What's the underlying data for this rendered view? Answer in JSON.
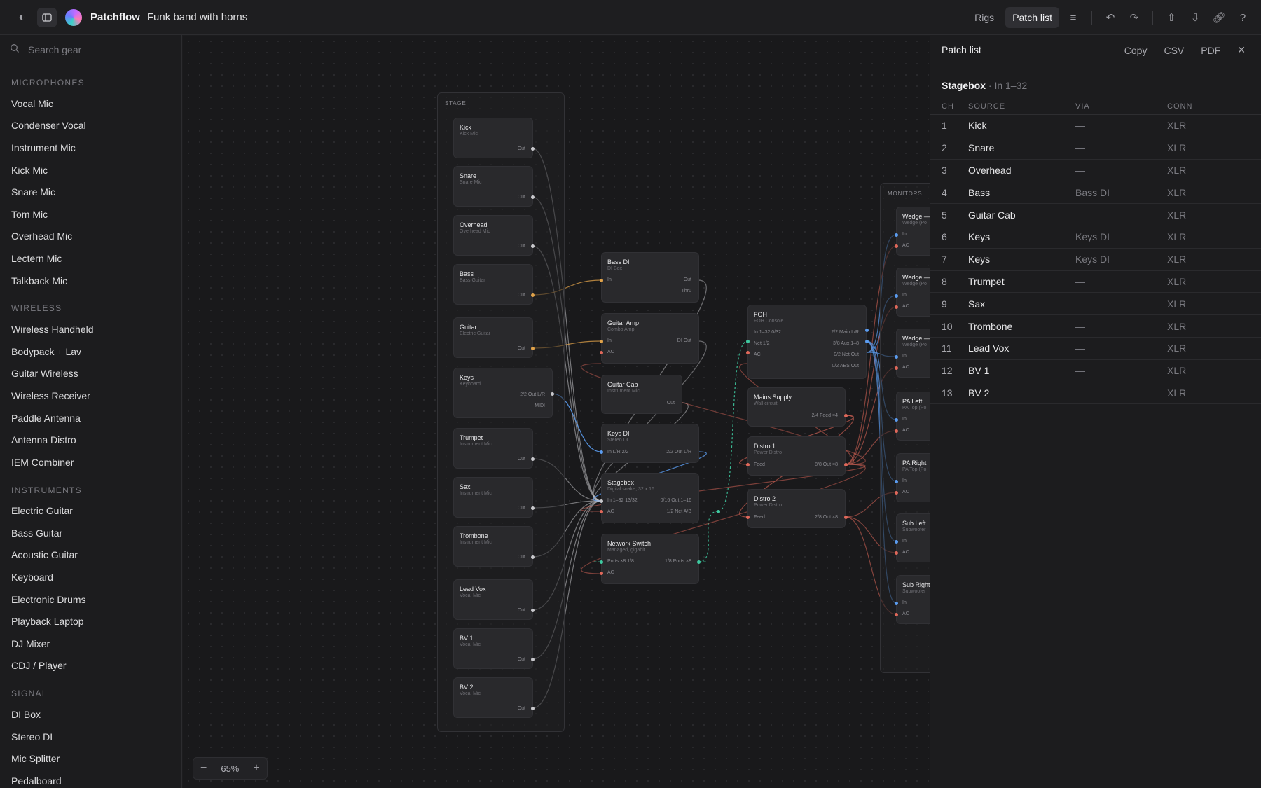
{
  "app": {
    "name": "Patchflow",
    "document_title": "Funk band with horns"
  },
  "topbar": {
    "rigs_label": "Rigs",
    "patchlist_label": "Patch list"
  },
  "search": {
    "placeholder": "Search gear"
  },
  "sidebar": {
    "sections": [
      {
        "title": "MICROPHONES",
        "items": [
          "Vocal Mic",
          "Condenser Vocal",
          "Instrument Mic",
          "Kick Mic",
          "Snare Mic",
          "Tom Mic",
          "Overhead Mic",
          "Lectern Mic",
          "Talkback Mic"
        ]
      },
      {
        "title": "WIRELESS",
        "items": [
          "Wireless Handheld",
          "Bodypack + Lav",
          "Guitar Wireless",
          "Wireless Receiver",
          "Paddle Antenna",
          "Antenna Distro",
          "IEM Combiner"
        ]
      },
      {
        "title": "INSTRUMENTS",
        "items": [
          "Electric Guitar",
          "Bass Guitar",
          "Acoustic Guitar",
          "Keyboard",
          "Electronic Drums",
          "Playback Laptop",
          "DJ Mixer",
          "CDJ / Player"
        ]
      },
      {
        "title": "SIGNAL",
        "items": [
          "DI Box",
          "Stereo DI",
          "Mic Splitter",
          "Pedalboard"
        ]
      }
    ]
  },
  "canvas": {
    "zoom": "65%",
    "zoom_minus": "−",
    "zoom_plus": "+",
    "groups": {
      "stage": "STAGE",
      "monitors": "MONITORS"
    },
    "stage_nodes": [
      {
        "title": "Kick",
        "sub": "Kick Mic",
        "port": "Out"
      },
      {
        "title": "Snare",
        "sub": "Snare Mic",
        "port": "Out"
      },
      {
        "title": "Overhead",
        "sub": "Overhead Mic",
        "port": "Out"
      },
      {
        "title": "Bass",
        "sub": "Bass Guitar",
        "port": "Out"
      },
      {
        "title": "Guitar",
        "sub": "Electric Guitar",
        "port": "Out"
      },
      {
        "title": "Keys",
        "sub": "Keyboard",
        "port": "2/2  Out L/R",
        "port2": "MIDI"
      },
      {
        "title": "Trumpet",
        "sub": "Instrument Mic",
        "port": "Out"
      },
      {
        "title": "Sax",
        "sub": "Instrument Mic",
        "port": "Out"
      },
      {
        "title": "Trombone",
        "sub": "Instrument Mic",
        "port": "Out"
      },
      {
        "title": "Lead Vox",
        "sub": "Vocal Mic",
        "port": "Out"
      },
      {
        "title": "BV 1",
        "sub": "Vocal Mic",
        "port": "Out"
      },
      {
        "title": "BV 2",
        "sub": "Vocal Mic",
        "port": "Out"
      }
    ],
    "mid_nodes": {
      "bass_di": {
        "title": "Bass DI",
        "sub": "DI Box",
        "in": "In",
        "out": "Out",
        "thru": "Thru"
      },
      "guitar_amp": {
        "title": "Guitar Amp",
        "sub": "Combo Amp",
        "in": "In",
        "ac": "AC",
        "out": "DI Out"
      },
      "guitar_cab": {
        "title": "Guitar Cab",
        "sub": "Instrument Mic",
        "out": "Out"
      },
      "keys_di": {
        "title": "Keys DI",
        "sub": "Stereo DI",
        "in": "In L/R  2/2",
        "out": "2/2  Out L/R"
      },
      "stagebox": {
        "title": "Stagebox",
        "sub": "Digital snake, 32 x 16",
        "in": "In 1–32  13/32",
        "ac": "AC",
        "out": "0/16  Out 1–16",
        "net": "1/2  Net A/B"
      },
      "network_switch": {
        "title": "Network Switch",
        "sub": "Managed, gigabit",
        "in": "Ports ×8  1/8",
        "ac": "AC",
        "out": "1/8  Ports ×8"
      },
      "foh": {
        "title": "FOH",
        "sub": "FOH Console",
        "in": "In 1–32  0/32",
        "net": "Net  1/2",
        "ac": "AC",
        "out1": "2/2  Main L/R",
        "out2": "3/8  Aux 1–8",
        "out3": "0/2  Net Out",
        "out4": "0/2  AES Out"
      },
      "mains": {
        "title": "Mains Supply",
        "sub": "Wall circuit",
        "out": "2/4  Feed ×4"
      },
      "distro1": {
        "title": "Distro 1",
        "sub": "Power Distro",
        "in": "Feed",
        "out": "8/8  Out ×8"
      },
      "distro2": {
        "title": "Distro 2",
        "sub": "Power Distro",
        "in": "Feed",
        "out": "2/8  Out ×8"
      }
    },
    "monitor_nodes": [
      {
        "title": "Wedge —",
        "sub": "Wedge (Po",
        "in": "In",
        "ac": "AC"
      },
      {
        "title": "Wedge —",
        "sub": "Wedge (Po",
        "in": "In",
        "ac": "AC"
      },
      {
        "title": "Wedge —",
        "sub": "Wedge (Po",
        "in": "In",
        "ac": "AC"
      },
      {
        "title": "PA Left",
        "sub": "PA Top (Po",
        "in": "In",
        "ac": "AC"
      },
      {
        "title": "PA Right",
        "sub": "PA Top (Po",
        "in": "In",
        "ac": "AC"
      },
      {
        "title": "Sub Left",
        "sub": "Subwoofer",
        "in": "In",
        "ac": "AC"
      },
      {
        "title": "Sub Right",
        "sub": "Subwoofer",
        "in": "In",
        "ac": "AC"
      }
    ]
  },
  "panel": {
    "title": "Patch list",
    "actions": [
      "Copy",
      "CSV",
      "PDF"
    ],
    "stagebox_title": "Stagebox",
    "stagebox_sub": "· In 1–32",
    "columns": [
      "CH",
      "SOURCE",
      "VIA",
      "CONN"
    ],
    "rows": [
      [
        "1",
        "Kick",
        "—",
        "XLR"
      ],
      [
        "2",
        "Snare",
        "—",
        "XLR"
      ],
      [
        "3",
        "Overhead",
        "—",
        "XLR"
      ],
      [
        "4",
        "Bass",
        "Bass DI",
        "XLR"
      ],
      [
        "5",
        "Guitar Cab",
        "—",
        "XLR"
      ],
      [
        "6",
        "Keys",
        "Keys DI",
        "XLR"
      ],
      [
        "7",
        "Keys",
        "Keys DI",
        "XLR"
      ],
      [
        "8",
        "Trumpet",
        "—",
        "XLR"
      ],
      [
        "9",
        "Sax",
        "—",
        "XLR"
      ],
      [
        "10",
        "Trombone",
        "—",
        "XLR"
      ],
      [
        "11",
        "Lead Vox",
        "—",
        "XLR"
      ],
      [
        "12",
        "BV 1",
        "—",
        "XLR"
      ],
      [
        "13",
        "BV 2",
        "—",
        "XLR"
      ]
    ]
  },
  "colors": {
    "audio": "#c8c8cc",
    "power": "#e0685a",
    "network": "#3ec9a0",
    "stereo": "#5b9cf0",
    "amber": "#e0a24a"
  }
}
